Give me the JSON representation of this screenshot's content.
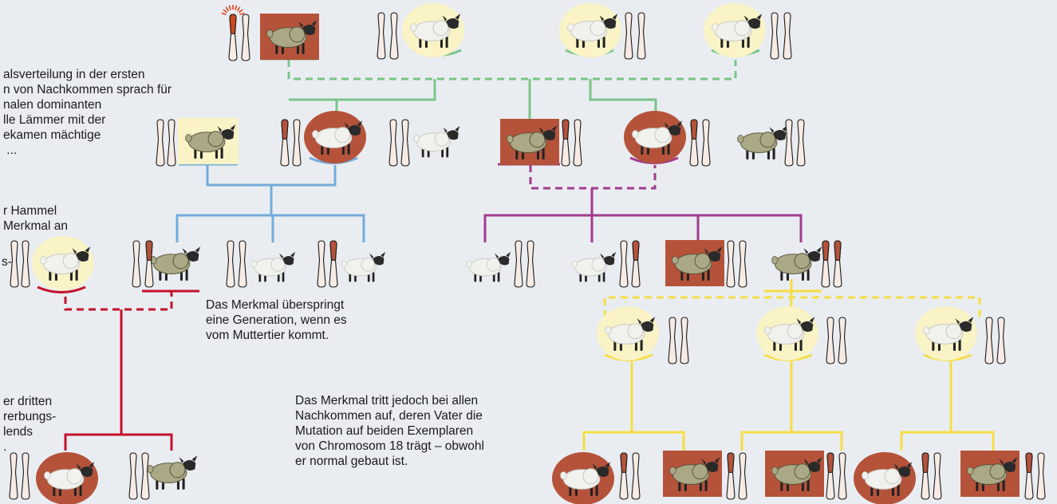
{
  "colors": {
    "background": "#e9edf1",
    "green": "#79c589",
    "blue": "#73abdb",
    "purple": "#a23b8c",
    "red": "#c4122b",
    "yellow": "#f5de45",
    "pale_frame": "#f9f3c6",
    "rust_frame": "#b5533a",
    "wool_pale": "#f1f1ee",
    "wool_dark": "#aba985",
    "chromosome": "#f7ebe4",
    "chromosome_mark": "#b5533a"
  },
  "texts": {
    "intro": "alsverteilung in der ersten\nn von Nachkommen sprach für\nnalen dominanten\nlle Lämmer mit der\nekamen mächtige\n ...",
    "hammel": "r Hammel\nMerkmal an",
    "fragment": "s-",
    "skip": "Das Merkmal überspringt\neine Generation, wenn es\nvom Muttertier kommt.",
    "third": "er dritten\nrerbungs-\nlends\n.",
    "father": "Das Merkmal tritt jedoch bei allen\nNachkommen auf, deren Vater die\nMutation auf beiden Exemplaren\nvon Chromosom 18 trägt – obwohl\ner normal gebaut ist."
  },
  "sheep": [
    {
      "id": "g1-ram-muscled",
      "frame": "rust-rect",
      "wool": "dark"
    },
    {
      "id": "g1-ewe-1",
      "frame": "pale-circle",
      "wool": "pale"
    },
    {
      "id": "g1-ewe-2",
      "frame": "pale-circle",
      "wool": "pale"
    },
    {
      "id": "g1-ewe-3",
      "frame": "pale-circle",
      "wool": "pale"
    },
    {
      "id": "g2-blue-ram",
      "frame": "pale-rect",
      "wool": "dark"
    },
    {
      "id": "g2-blue-ewe",
      "frame": "rust-circle",
      "wool": "pale"
    },
    {
      "id": "g2-plain-1",
      "frame": "none",
      "wool": "pale"
    },
    {
      "id": "g2-purple-ram",
      "frame": "rust-rect",
      "wool": "dark"
    },
    {
      "id": "g2-purple-ewe",
      "frame": "rust-circle",
      "wool": "pale"
    },
    {
      "id": "g2-plain-2",
      "frame": "none",
      "wool": "dark"
    },
    {
      "id": "g3-blue-1",
      "frame": "pale-circle",
      "wool": "pale"
    },
    {
      "id": "g3-blue-2",
      "frame": "none",
      "wool": "dark"
    },
    {
      "id": "g3-blue-3",
      "frame": "none",
      "wool": "pale"
    },
    {
      "id": "g3-blue-4",
      "frame": "none",
      "wool": "pale"
    },
    {
      "id": "g3-purple-1",
      "frame": "none",
      "wool": "pale"
    },
    {
      "id": "g3-purple-2",
      "frame": "none",
      "wool": "pale"
    },
    {
      "id": "g3-purple-3",
      "frame": "rust-rect",
      "wool": "dark"
    },
    {
      "id": "g3-purple-4",
      "frame": "none",
      "wool": "dark"
    },
    {
      "id": "g4-yellow-1",
      "frame": "pale-circle",
      "wool": "pale"
    },
    {
      "id": "g4-yellow-2",
      "frame": "pale-circle",
      "wool": "pale"
    },
    {
      "id": "g4-yellow-3",
      "frame": "pale-circle",
      "wool": "pale"
    },
    {
      "id": "g4-red-1",
      "frame": "rust-circle",
      "wool": "pale"
    },
    {
      "id": "g4-red-2",
      "frame": "none",
      "wool": "dark"
    },
    {
      "id": "g5-yellow-1",
      "frame": "rust-circle",
      "wool": "pale"
    },
    {
      "id": "g5-yellow-2",
      "frame": "rust-rect",
      "wool": "dark"
    },
    {
      "id": "g5-yellow-3",
      "frame": "rust-rect",
      "wool": "dark"
    },
    {
      "id": "g5-yellow-4",
      "frame": "rust-circle",
      "wool": "pale"
    },
    {
      "id": "g5-yellow-5",
      "frame": "rust-rect",
      "wool": "dark"
    }
  ]
}
